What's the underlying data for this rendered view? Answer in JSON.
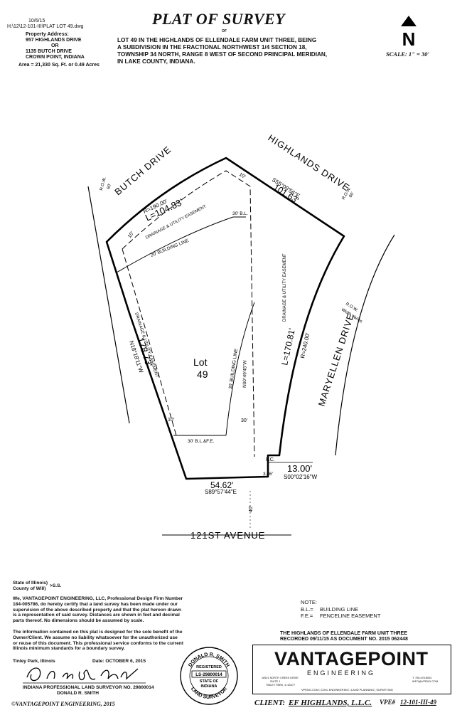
{
  "header": {
    "date": "10/6/15",
    "file_path": "H:\\12\\12-101-III\\PLAT LOT 49.dwg",
    "property_address_label": "Property Address:",
    "address_line1": "957 HIGHLANDS DRIVE",
    "address_or": "OR",
    "address_line2": "1135 BUTCH DRIVE",
    "address_city": "CROWN POINT, INDIANA",
    "area": "Area = 21,330 Sq. Ft. or 0.49 Acres",
    "title": "PLAT OF SURVEY",
    "of": "OF",
    "desc_line1": "LOT 49 IN THE HIGHLANDS OF ELLENDALE FARM UNIT THREE, BEING",
    "desc_line2": "A SUBDIVISION IN THE FRACTIONAL NORTHWEST 1/4 SECTION 18,",
    "desc_line3": "TOWNSHIP 34 NORTH, RANGE 8 WEST OF SECOND PRINCIPAL MERIDIAN,",
    "desc_line4": "IN LAKE COUNTY, INDIANA.",
    "north_letter": "N",
    "scale": "SCALE: 1\" = 30'"
  },
  "plat": {
    "butch_drive": "BUTCH DRIVE",
    "butch_row": "R.O.W.",
    "butch_row_width": "60'",
    "highlands_drive": "HIGHLANDS DRIVE",
    "highlands_row": "R.O.W.",
    "highlands_row_width": "60'",
    "maryellen_drive": "MARYELLEN DRIVE",
    "maryellen_row": "R.O.W.",
    "maryellen_row_width": "Width Varies",
    "avenue": "121ST AVENUE",
    "curve_radius_nw": "R=190.00'",
    "curve_length_nw": "L=104.83'",
    "bearing_ne": "S55°09'56\"E",
    "dist_ne": "101.63'",
    "curve_length_e": "L=170.81'",
    "curve_radius_e": "R=240.00'",
    "bearing_w": "N18°18'11\"W",
    "dist_w": "178.73'",
    "bearing_s": "S89°57'44\"E",
    "dist_s": "54.62'",
    "bearing_se": "S00°02'16\"W",
    "dist_se": "13.00'",
    "dim_3_86": "3.86'",
    "pc": "P.C.",
    "row_40": "40'",
    "bl_30_top": "30' B.L.",
    "bl_20": "20' BUILDING LINE",
    "bl_30_east": "30' BUILDING LINE",
    "bl_fe": "30' B.L.&F.E.",
    "east_dim": "N00°49'45\"W",
    "east_30": "30'",
    "easement_nw": "DRAINAGE & UTILITY EASEMENT",
    "easement_e": "DRAINAGE & UTILITY EASEMENT",
    "easement_w": "DRAINAGE & UTILITY EASEMENT",
    "ten_ft_top": "10'",
    "ten_ft_left": "10'",
    "ten_ft_sw": "10'",
    "lot_label": "Lot",
    "lot_number": "49"
  },
  "certification": {
    "state_line1": "State of Illinois)",
    "state_line2": "County of Will)",
    "ss": ">S.S.",
    "p1_l1": "We, VANTAGEPOINT ENGINEERING, LLC, Professional Design Firm Number",
    "p1_l2": "184-005786, do hereby certify that a land survey has been made under our",
    "p1_l3": "supervision of the above described property and that the plat hereon drawn",
    "p1_l4": "is a representation of said survey.  Distances are shown in feet and decimal",
    "p1_l5": "parts thereof.  No dimensions should be assumed by scale.",
    "p2_l1": "The information contained on this plat is designed for the sole benefit of the",
    "p2_l2": "Owner/Client.  We assume no liability whatsoever for the unauthorized use",
    "p2_l3": "or reuse of this document.  This professional service conforms to the current",
    "p2_l4": "Illinois minimum standards for a boundary survey.",
    "place": "Tinley Park, Illinois",
    "date": "Date: OCTOBER 6, 2015",
    "surveyor_title": "INDIANA PROFESSIONAL LAND SURVEYOR NO. 29800014",
    "surveyor_name": "DONALD R. SMITH",
    "copyright": "©VANTAGEPOINT ENGINEERING, 2015",
    "seal_name": "DONALD R. SMITH",
    "seal_registered": "REGISTERED",
    "seal_number": "LS-29800014",
    "seal_state": "STATE OF",
    "seal_indiana": "INDIANA",
    "seal_land": "LAND SURVEYOR"
  },
  "notes": {
    "heading": "NOTE:",
    "bl_abbr": "B.L.=",
    "bl_meaning": "BUILDING LINE",
    "fe_abbr": "F.E.=",
    "fe_meaning": "FENCELINE EASEMENT"
  },
  "titleblock": {
    "subdivision": "THE HIGHLANDS OF ELLENDALE FARM UNIT THREE",
    "recorded": "RECORDED 09/11/15 AS DOCUMENT NO. 2015 062448",
    "logo_main": "VANTAGEPOINT",
    "logo_sub": "ENGINEERING",
    "address_l1": "16921 NORTH CREEK DRIVE",
    "address_l2": "SUITE 1",
    "address_l3": "TINLEY PARK, IL 60477",
    "phone_l1": "T: 708.478.8004",
    "phone_l2": "INFO@VPENG.COM",
    "services": "VPENG.COM  |  CIVIL ENGINEERING  |  LAND PLANNING  |  SURVEYING",
    "client_label": "CLIENT:",
    "client_name": "EF HIGHLANDS, L.L.C.",
    "vpe_label": "VPE#",
    "vpe_number": "12-101-III-49"
  }
}
